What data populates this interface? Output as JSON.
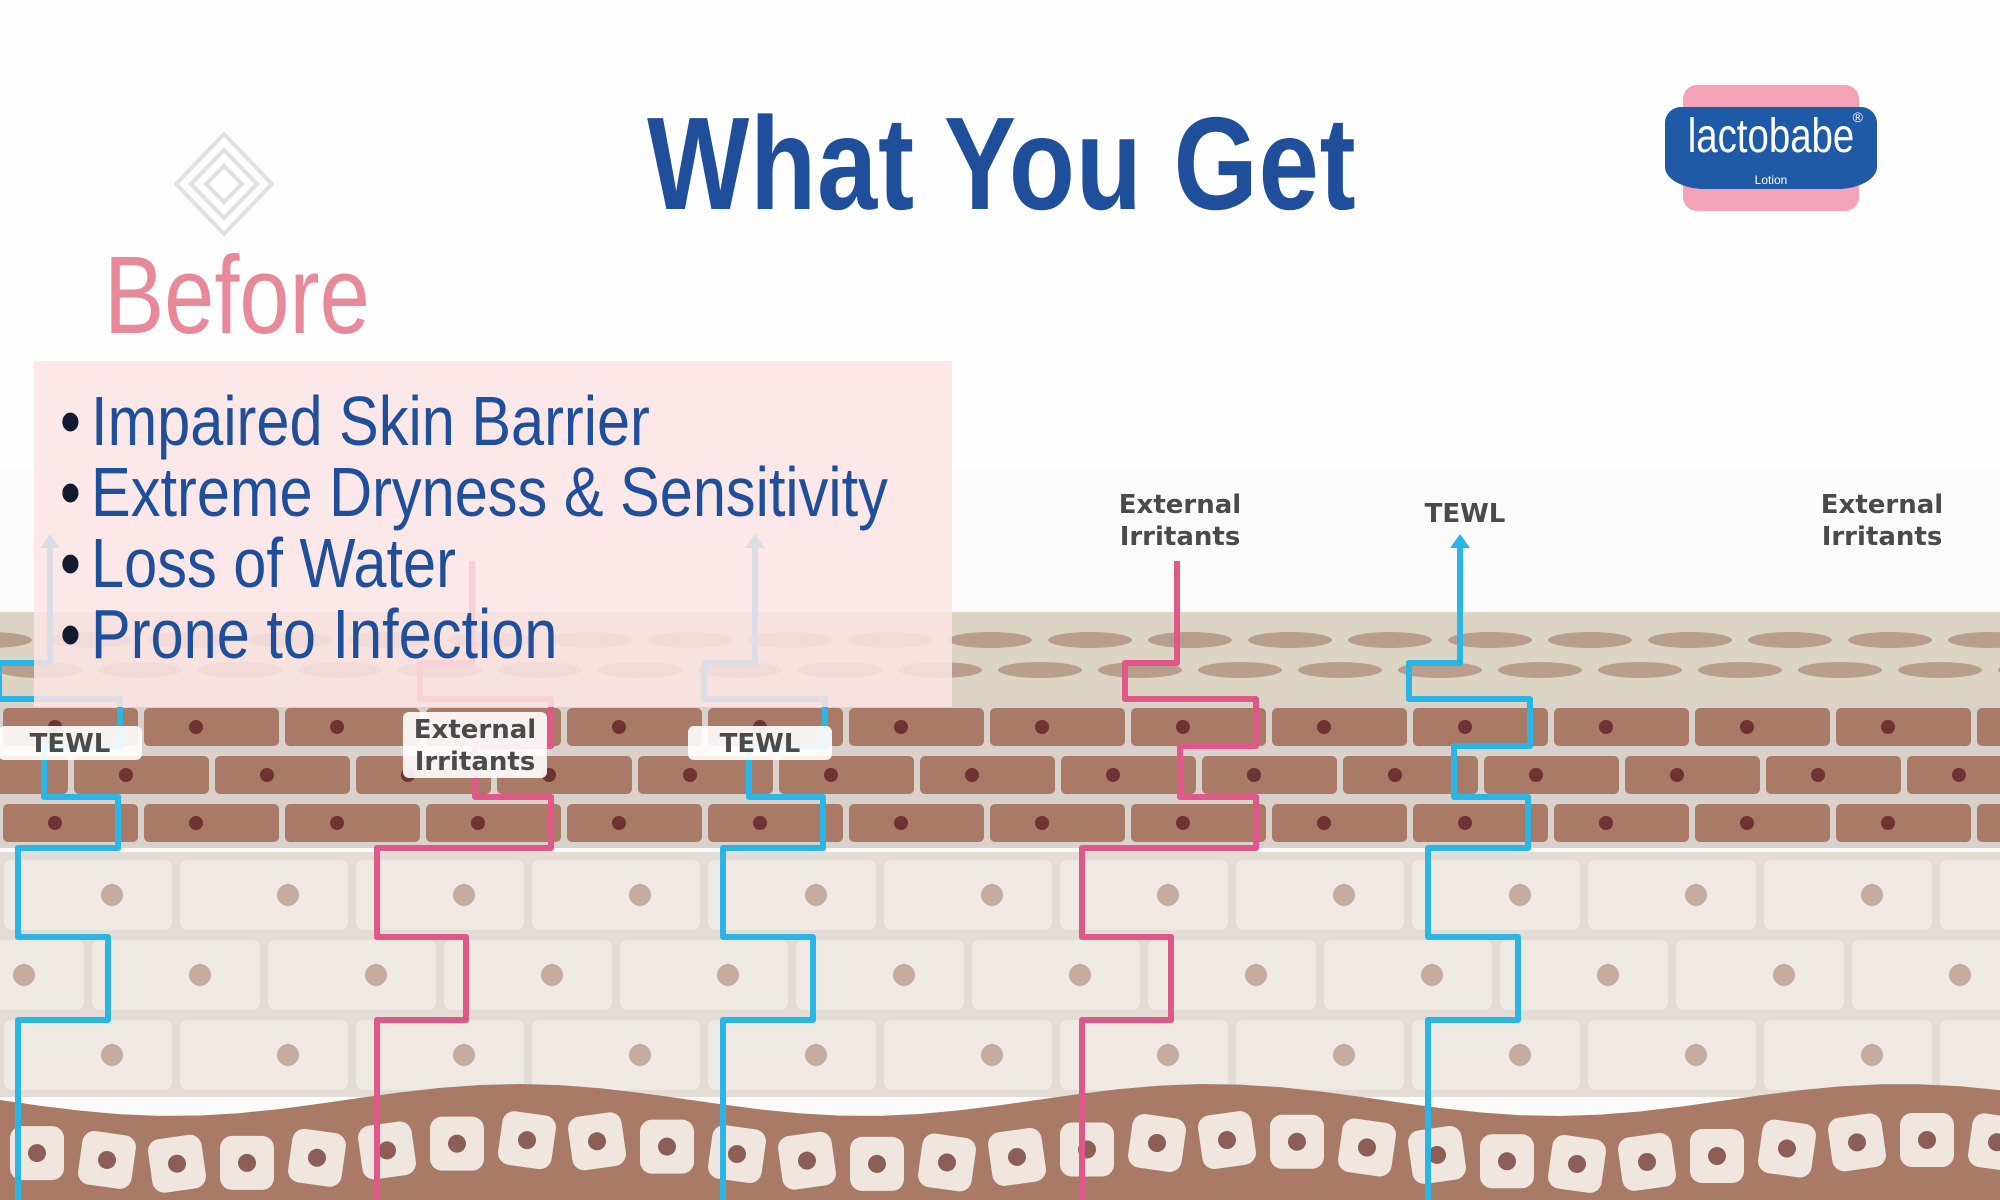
{
  "title": "What You Get",
  "section_label": "Before",
  "logo": {
    "brand": "lactobabe",
    "registered": "®",
    "product": "Lotion"
  },
  "bullets": [
    "Impaired Skin Barrier",
    "Extreme Dryness & Sensitivity",
    "Loss of Water",
    "Prone to Infection"
  ],
  "diagram": {
    "labels": [
      {
        "text": [
          "TEWL"
        ],
        "type": "tewl"
      },
      {
        "text": [
          "External",
          "Irritants"
        ],
        "type": "irritant"
      },
      {
        "text": [
          "TEWL"
        ],
        "type": "tewl"
      },
      {
        "text": [
          "External",
          "Irritants"
        ],
        "type": "irritant"
      },
      {
        "text": [
          "TEWL"
        ],
        "type": "tewl"
      },
      {
        "text": [
          "External",
          "Irritants"
        ],
        "type": "irritant"
      }
    ]
  },
  "colors": {
    "title": "#1f4e9a",
    "before": "#e8899a",
    "tewl_line": "#29b6e6",
    "irritant_line": "#e0578a",
    "brick": "#a97a66",
    "cell": "#efe9e3"
  }
}
